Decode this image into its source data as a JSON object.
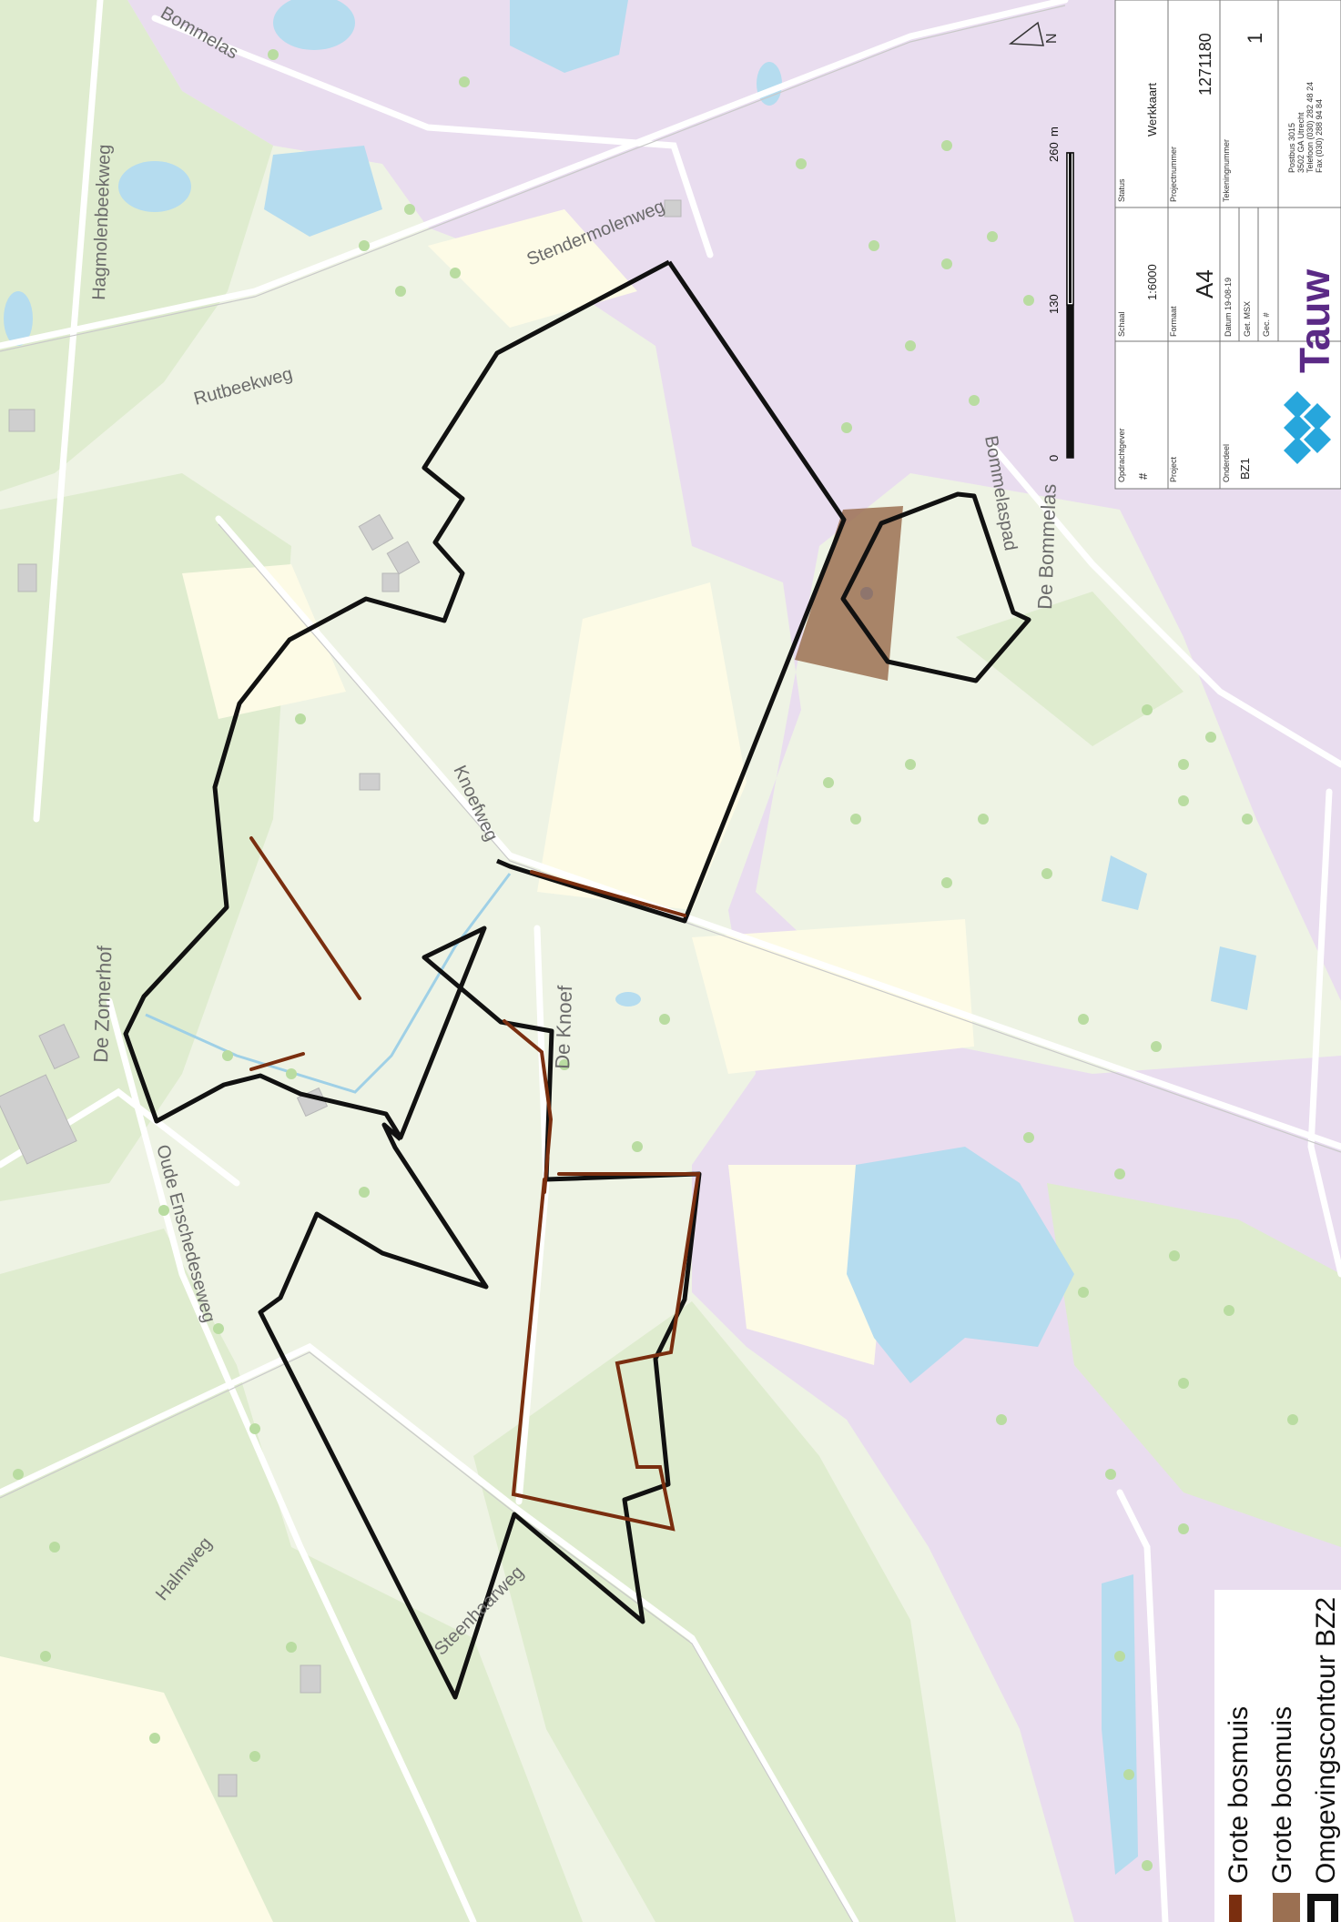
{
  "map": {
    "colors": {
      "heath": "#e9ddef",
      "forest": "#dfeccf",
      "field": "#fdfbe6",
      "water": "#b5dcef",
      "boundary": "#111111",
      "mouse_line": "#7a2e0f",
      "mouse_area": "#9b7052"
    },
    "road_labels": {
      "bommelas_top": "Bommelas",
      "hagmolenbeekweg": "Hagmolenbeekweg",
      "stendermolenweg": "Stendermolenweg",
      "rutbeekweg": "Rutbeekweg",
      "knoefweg": "Knoefweg",
      "de_knoef": "De Knoef",
      "de_zomerhof": "De Zomerhof",
      "oude_enschedeseweg": "Oude Enschedeseweg",
      "halmweg": "Halmweg",
      "steenhaarweg": "Steenhaarweg",
      "bommelaspad": "Bommelaspad",
      "de_bommelas": "De Bommelas"
    },
    "north_label": "N",
    "scalebar": {
      "tick_0": "0",
      "tick_mid": "130",
      "tick_end": "260",
      "unit": "m"
    }
  },
  "legend": {
    "items": [
      {
        "label": "Grote bosmuis",
        "symbol": "line"
      },
      {
        "label": "Grote bosmuis",
        "symbol": "area"
      },
      {
        "label": "Omgevingscontour BZ2",
        "symbol": "outline"
      }
    ]
  },
  "title_block": {
    "opdrachtgever_label": "Opdrachtgever",
    "opdrachtgever_value": "#",
    "project_label": "Project",
    "project_value": "",
    "onderdeel_label": "Onderdeel",
    "onderdeel_value": "BZ1",
    "schaal_label": "Schaal",
    "schaal_value": "1:6000",
    "formaat_label": "Formaat",
    "formaat_value": "A4",
    "datum_label": "Datum",
    "datum_value": "19-08-19",
    "get_label": "Get.",
    "get_value": "MSX",
    "gec_label": "Gec.",
    "gec_value": "#",
    "status_label": "Status",
    "status_value": "Werkkaart",
    "projectnummer_label": "Projectnummer",
    "projectnummer_value": "1271180",
    "tekeningnummer_label": "Tekeningnummer",
    "tekeningnummer_value": "1",
    "company": "Tauw",
    "address_1": "Postbus 3015",
    "address_2": "3502 GA Utrecht",
    "address_3": "Telefoon (030) 282 48 24",
    "address_4": "Fax (030) 288 94 84"
  }
}
